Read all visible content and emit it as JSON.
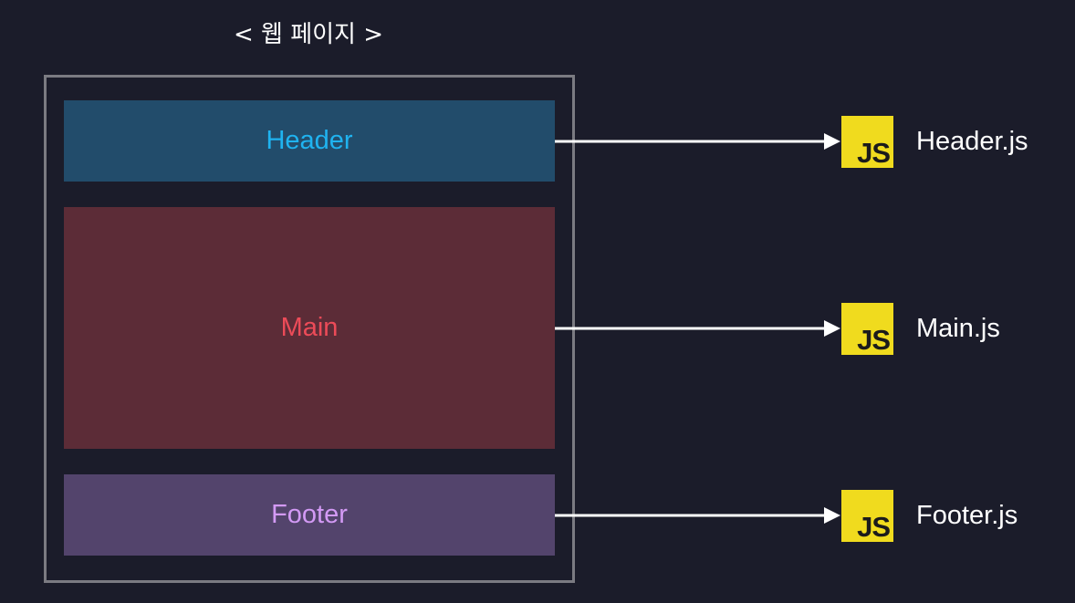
{
  "title": "< 웹 페이지 >",
  "sections": [
    {
      "label": "Header",
      "bg": "#224c6b",
      "text_color": "#1fb3f0"
    },
    {
      "label": "Main",
      "bg": "#5c2c37",
      "text_color": "#ec4b58"
    },
    {
      "label": "Footer",
      "bg": "#53446c",
      "text_color": "#d39af5"
    }
  ],
  "files": [
    {
      "icon_text": "JS",
      "name": "Header.js"
    },
    {
      "icon_text": "JS",
      "name": "Main.js"
    },
    {
      "icon_text": "JS",
      "name": "Footer.js"
    }
  ],
  "colors": {
    "background": "#1b1c2a",
    "frame_border": "#7b7b82",
    "arrow": "#ffffff",
    "js_badge": "#f0db1e",
    "js_text": "#1b1b1b"
  },
  "icons": {
    "js_logo": "javascript-file-icon",
    "arrow": "right-arrow"
  }
}
